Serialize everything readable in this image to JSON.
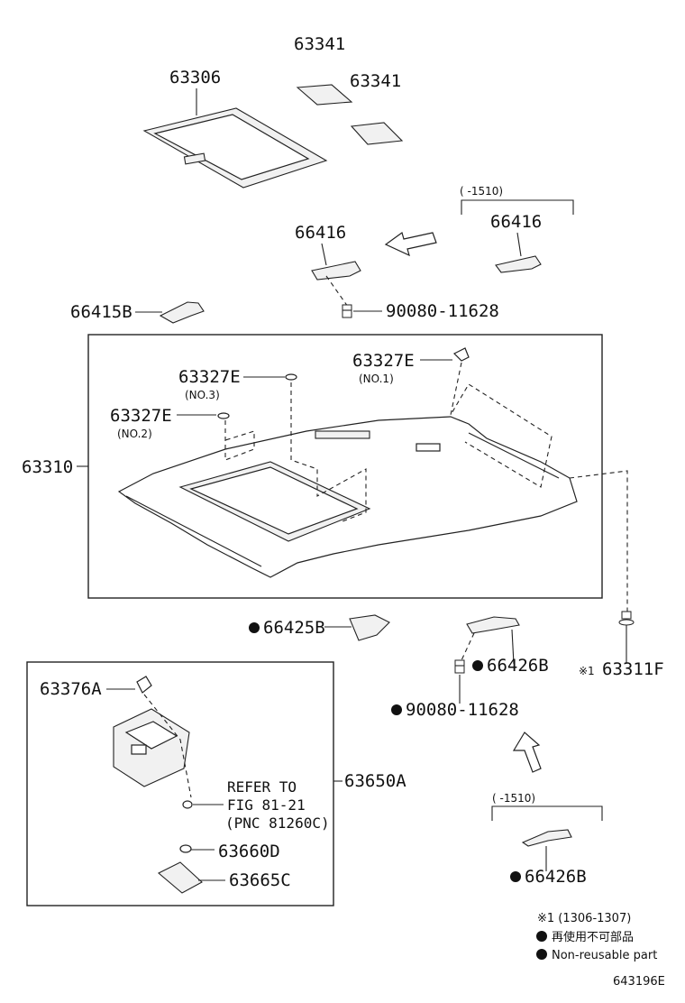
{
  "diagram_id": "643196E",
  "parts": {
    "p63341_a": "63341",
    "p63341_b": "63341",
    "p63306": "63306",
    "p66416_a": "66416",
    "p66416_b": "66416",
    "date_range_a": "(      -1510)",
    "p66415B": "66415B",
    "p90080_a": "90080-11628",
    "p63327E_no1": "63327E",
    "note_no1": "(NO.1)",
    "p63327E_no3": "63327E",
    "note_no3": "(NO.3)",
    "p63327E_no2": "63327E",
    "note_no2": "(NO.2)",
    "p63310": "63310",
    "p66425B": "66425B",
    "p66426B_a": "66426B",
    "p63311F": "63311F",
    "note_mark": "※1",
    "p90080_b": "90080-11628",
    "p63376A": "63376A",
    "p63650A": "63650A",
    "refer_line1": "REFER TO",
    "refer_line2": "FIG 81-21",
    "refer_line3": "(PNC 81260C)",
    "p63660D": "63660D",
    "p63665C": "63665C",
    "date_range_b": "(      -1510)",
    "p66426B_b": "66426B"
  },
  "legend": {
    "note1": "※1 (1306-1307)",
    "nonreusable_jp": "再使用不可部品",
    "nonreusable_en": "Non-reusable part"
  }
}
